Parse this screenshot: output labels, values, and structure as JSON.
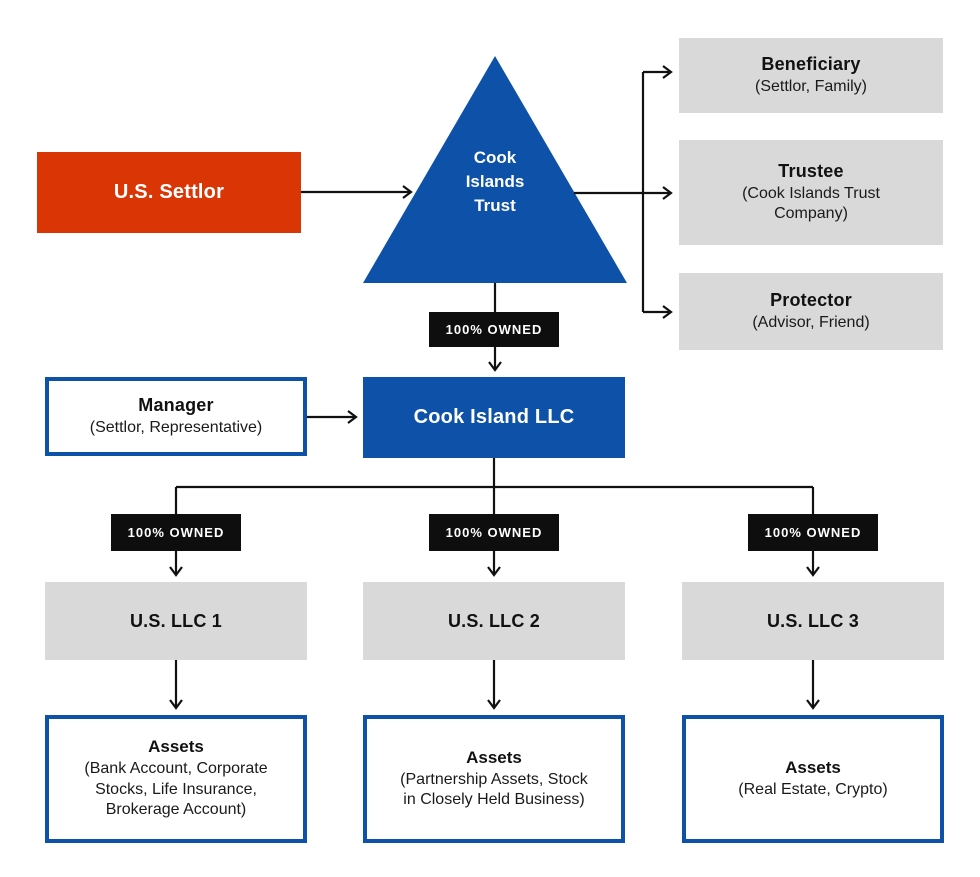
{
  "colors": {
    "blue": "#0d51a8",
    "red": "#da3505",
    "gray": "#d9d9d9",
    "badge": "#0e0e0e",
    "ink": "#111111"
  },
  "settlor": {
    "label": "U.S. Settlor"
  },
  "trust": {
    "label": "Cook\nIslands\nTrust"
  },
  "ownership": {
    "badge_label": "100% OWNED"
  },
  "roles": [
    {
      "title": "Beneficiary",
      "subtitle": "(Settlor, Family)"
    },
    {
      "title": "Trustee",
      "subtitle": "(Cook Islands Trust Company)"
    },
    {
      "title": "Protector",
      "subtitle": "(Advisor, Friend)"
    }
  ],
  "manager": {
    "title": "Manager",
    "subtitle": "(Settlor, Representative)"
  },
  "holding": {
    "label": "Cook Island LLC"
  },
  "columns": [
    {
      "llc": "U.S. LLC 1",
      "assets_title": "Assets",
      "assets_detail": "(Bank Account, Corporate Stocks, Life Insurance, Brokerage Account)"
    },
    {
      "llc": "U.S. LLC 2",
      "assets_title": "Assets",
      "assets_detail": "(Partnership Assets, Stock in Closely Held Business)"
    },
    {
      "llc": "U.S. LLC 3",
      "assets_title": "Assets",
      "assets_detail": "(Real Estate, Crypto)"
    }
  ]
}
